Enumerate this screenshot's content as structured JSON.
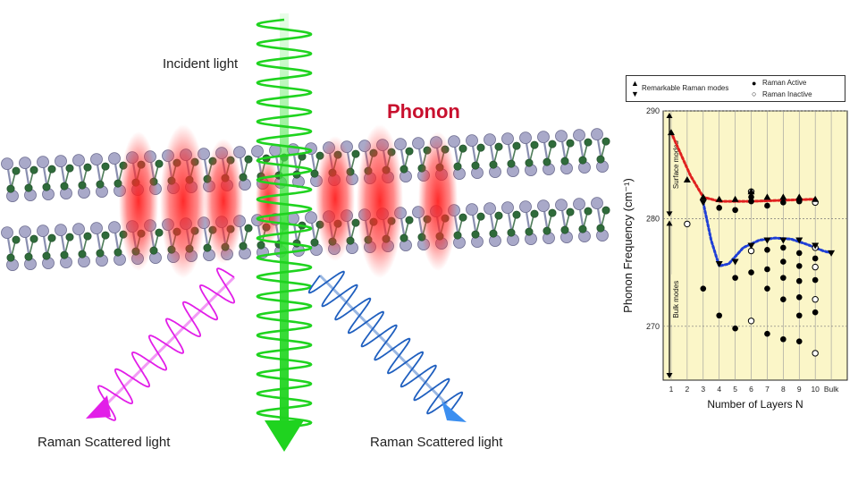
{
  "labels": {
    "incident": "Incident light",
    "phonon": "Phonon",
    "raman_left": "Raman Scattered light",
    "raman_right": "Raman Scattered light"
  },
  "colors": {
    "incident_wave": "#1fd31f",
    "left_wave": "#e21ee8",
    "right_wave": "#1f5fbf",
    "phonon_glow": "#ff1a1a",
    "atom_large": "#a9a9c9",
    "atom_small": "#2f6b3a",
    "plot_bg": "#fbf6c8",
    "surface_fit": "#e0211f",
    "bulk_fit": "#1f3fd6"
  },
  "legend": {
    "remarkable": "Remarkable Raman modes",
    "active": "Raman Active",
    "inactive": "Raman Inactive"
  },
  "chart_data": {
    "type": "scatter",
    "title": "",
    "xlabel": "Number of Layers N",
    "ylabel": "Phonon Frequency (cm⁻¹)",
    "x_ticks": [
      "1",
      "2",
      "3",
      "4",
      "5",
      "6",
      "7",
      "8",
      "9",
      "10",
      "Bulk"
    ],
    "ylim": [
      265,
      290
    ],
    "y_ticks": [
      270,
      280,
      290
    ],
    "grid": true,
    "legend_position": "top",
    "regions": [
      {
        "label": "Surface modes",
        "range": [
          280,
          290
        ]
      },
      {
        "label": "Bulk modes",
        "range": [
          265,
          280
        ]
      }
    ],
    "series": [
      {
        "name": "Raman Active",
        "marker": "filled-circle",
        "points": [
          [
            3,
            273.5
          ],
          [
            4,
            281
          ],
          [
            4,
            271
          ],
          [
            5,
            274.5
          ],
          [
            5,
            269.8
          ],
          [
            5,
            280.8
          ],
          [
            6,
            282
          ],
          [
            6,
            275
          ],
          [
            6,
            281.6
          ],
          [
            7,
            281.2
          ],
          [
            7,
            277.1
          ],
          [
            7,
            275.3
          ],
          [
            7,
            273.5
          ],
          [
            7,
            269.3
          ],
          [
            8,
            281.5
          ],
          [
            8,
            277.3
          ],
          [
            8,
            276
          ],
          [
            8,
            274.5
          ],
          [
            8,
            272.5
          ],
          [
            8,
            268.8
          ],
          [
            9,
            281.6
          ],
          [
            9,
            276.8
          ],
          [
            9,
            275.6
          ],
          [
            9,
            274.2
          ],
          [
            9,
            272.7
          ],
          [
            9,
            271
          ],
          [
            9,
            268.6
          ],
          [
            10,
            276.3
          ],
          [
            10,
            274.3
          ],
          [
            10,
            271.3
          ]
        ]
      },
      {
        "name": "Raman Inactive",
        "marker": "open-circle",
        "points": [
          [
            2,
            279.5
          ],
          [
            6,
            282.5
          ],
          [
            6,
            277
          ],
          [
            6,
            270.5
          ],
          [
            10,
            281.5
          ],
          [
            10,
            277.3
          ],
          [
            10,
            275.5
          ],
          [
            10,
            272.5
          ],
          [
            10,
            267.5
          ]
        ]
      },
      {
        "name": "Remarkable Raman modes",
        "marker": "triangle-up",
        "points": [
          [
            1,
            288
          ],
          [
            2,
            283.6
          ],
          [
            3,
            282
          ],
          [
            4,
            281.8
          ],
          [
            5,
            281.8
          ],
          [
            6,
            282.5
          ],
          [
            7,
            282
          ],
          [
            8,
            282
          ],
          [
            9,
            282
          ],
          [
            10,
            281.8
          ]
        ]
      },
      {
        "name": "Remarkable Raman modes",
        "marker": "triangle-down",
        "points": [
          [
            3,
            281.5
          ],
          [
            4,
            275.8
          ],
          [
            5,
            276
          ],
          [
            6,
            277.5
          ],
          [
            7,
            278
          ],
          [
            8,
            278
          ],
          [
            9,
            278
          ],
          [
            10,
            277.5
          ],
          [
            11,
            276.8
          ]
        ]
      }
    ],
    "fit_lines": [
      {
        "color": "#e0211f",
        "points": [
          [
            1,
            288
          ],
          [
            1.6,
            286
          ],
          [
            2.2,
            284
          ],
          [
            3,
            282
          ],
          [
            4,
            281.6
          ],
          [
            6,
            281.6
          ],
          [
            8,
            281.7
          ],
          [
            10,
            281.8
          ]
        ]
      },
      {
        "color": "#1f3fd6",
        "points": [
          [
            3,
            281.5
          ],
          [
            3.5,
            278
          ],
          [
            4,
            275.6
          ],
          [
            4.6,
            275.8
          ],
          [
            5.5,
            277.3
          ],
          [
            6.5,
            278
          ],
          [
            7.5,
            278.2
          ],
          [
            8.5,
            278.1
          ],
          [
            9.5,
            277.6
          ],
          [
            10.5,
            277
          ],
          [
            11,
            276.8
          ]
        ]
      }
    ]
  }
}
